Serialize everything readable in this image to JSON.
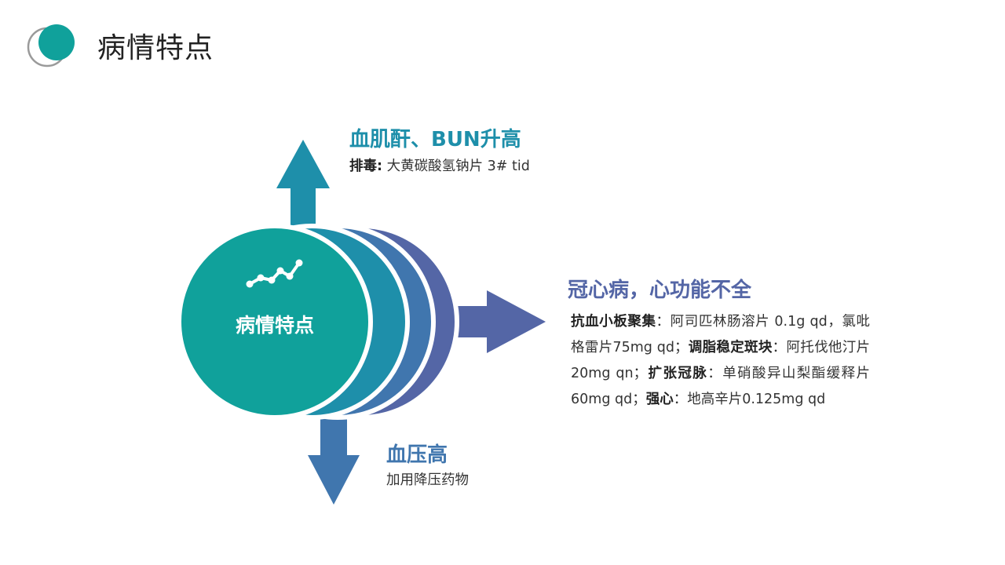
{
  "header": {
    "title": "病情特点"
  },
  "center": {
    "label": "病情特点",
    "icon": "trend-line-icon"
  },
  "colors": {
    "center": "#10A19B",
    "arc1": "#1E8FAA",
    "arc2": "#4076AE",
    "arc3": "#5466A6",
    "up_title": "#1E8FAA",
    "right_title": "#5466A6",
    "down_title": "#4076AE"
  },
  "branches": {
    "up": {
      "title": "血肌酐、BUN升高",
      "label": "排毒:",
      "text": "大黄碳酸氢钠片 3# tid"
    },
    "right": {
      "title": "冠心病，心功能不全",
      "items": [
        {
          "label": "抗血小板聚集",
          "text": "：阿司匹林肠溶片 0.1g qd，氯吡格雷片75mg qd；"
        },
        {
          "label": "调脂稳定斑块",
          "text": "：阿托伐他汀片20mg qn；"
        },
        {
          "label": "扩张冠脉",
          "text": "：单硝酸异山梨酯缓释片60mg qd；"
        },
        {
          "label": "强心",
          "text": "：地高辛片0.125mg qd"
        }
      ]
    },
    "down": {
      "title": "血压高",
      "text": "加用降压药物"
    }
  }
}
